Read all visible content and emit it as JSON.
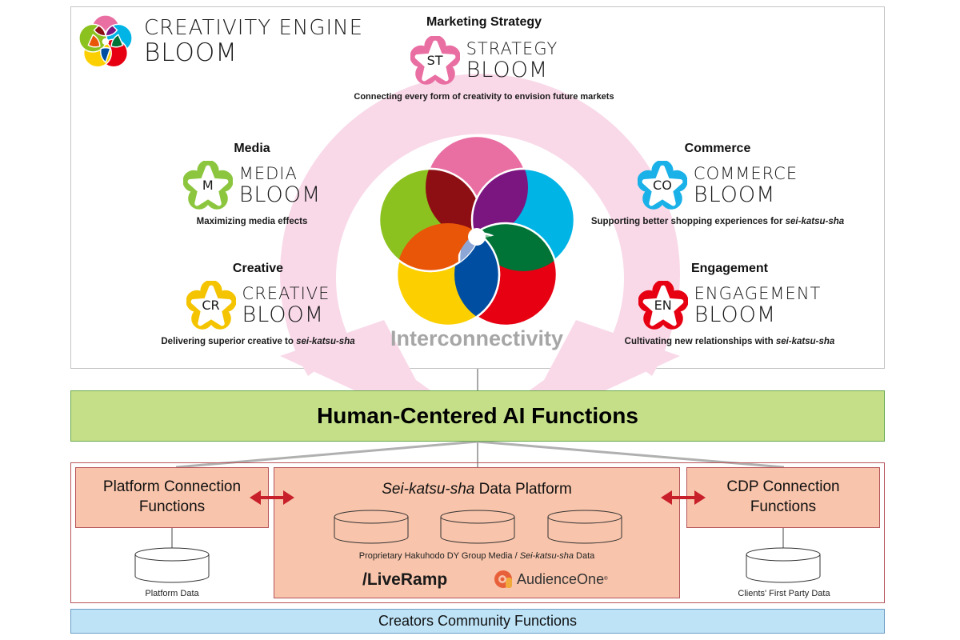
{
  "brand": {
    "line1": "CREATIVITY ENGINE",
    "line2": "BLOOM"
  },
  "modules": {
    "strategy": {
      "category": "Marketing Strategy",
      "abbr": "ST",
      "name1": "STRATEGY",
      "name2": "BLOOM",
      "desc": "Connecting every form of creativity to envision future markets",
      "color": "#e96fa3"
    },
    "media": {
      "category": "Media",
      "abbr": "M",
      "name1": "MEDIA",
      "name2": "BLOOM",
      "desc": "Maximizing media effects",
      "color": "#8cc63f"
    },
    "commerce": {
      "category": "Commerce",
      "abbr": "CO",
      "name1": "COMMERCE",
      "name2": "BLOOM",
      "desc_prefix": "Supporting better shopping experiences for ",
      "desc_italic": "sei-katsu-sha",
      "color": "#1ab1e8"
    },
    "creative": {
      "category": "Creative",
      "abbr": "CR",
      "name1": "CREATIVE",
      "name2": "BLOOM",
      "desc_prefix": "Delivering superior creative to ",
      "desc_italic": "sei-katsu-sha",
      "color": "#f5c400"
    },
    "engagement": {
      "category": "Engagement",
      "abbr": "EN",
      "name1": "ENGAGEMENT",
      "name2": "BLOOM",
      "desc_prefix": "Cultivating new relationships with ",
      "desc_italic": "sei-katsu-sha",
      "color": "#e60012"
    }
  },
  "venn": {
    "label": "Interconnectivity",
    "petal_colors": {
      "pink": "#e96fa3",
      "cyan": "#00b4e6",
      "red": "#e60012",
      "yellow": "#fcd000",
      "green": "#8cc220",
      "dark_red": "#8e0f13",
      "purple": "#7b1580",
      "dark_green": "#007337",
      "blue": "#004ea2",
      "orange": "#e95608"
    }
  },
  "ai_bar": {
    "label": "Human-Centered AI Functions"
  },
  "data_layer": {
    "platform_connection": {
      "line1": "Platform Connection",
      "line2": "Functions",
      "db_label": "Platform Data"
    },
    "sdp": {
      "title_italic": "Sei-katsu-sha",
      "title_rest": " Data Platform",
      "caption_prefix": "Proprietary Hakuhodo DY Group Media / ",
      "caption_italic": "Sei-katsu-sha",
      "caption_suffix": " Data",
      "partners": [
        "/LiveRamp",
        "AudienceOne"
      ]
    },
    "cdp_connection": {
      "line1": "CDP Connection",
      "line2": "Functions",
      "db_label": "Clients' First Party Data"
    }
  },
  "creators_bar": {
    "label": "Creators Community Functions"
  },
  "colors": {
    "ai_green": "#c4df88",
    "salmon": "#f8c4ab",
    "frame_red": "#b5555a",
    "arrow_red": "#c8202a",
    "creators_blue": "#bee3f7",
    "arc_pink": "#f9d9e8"
  }
}
